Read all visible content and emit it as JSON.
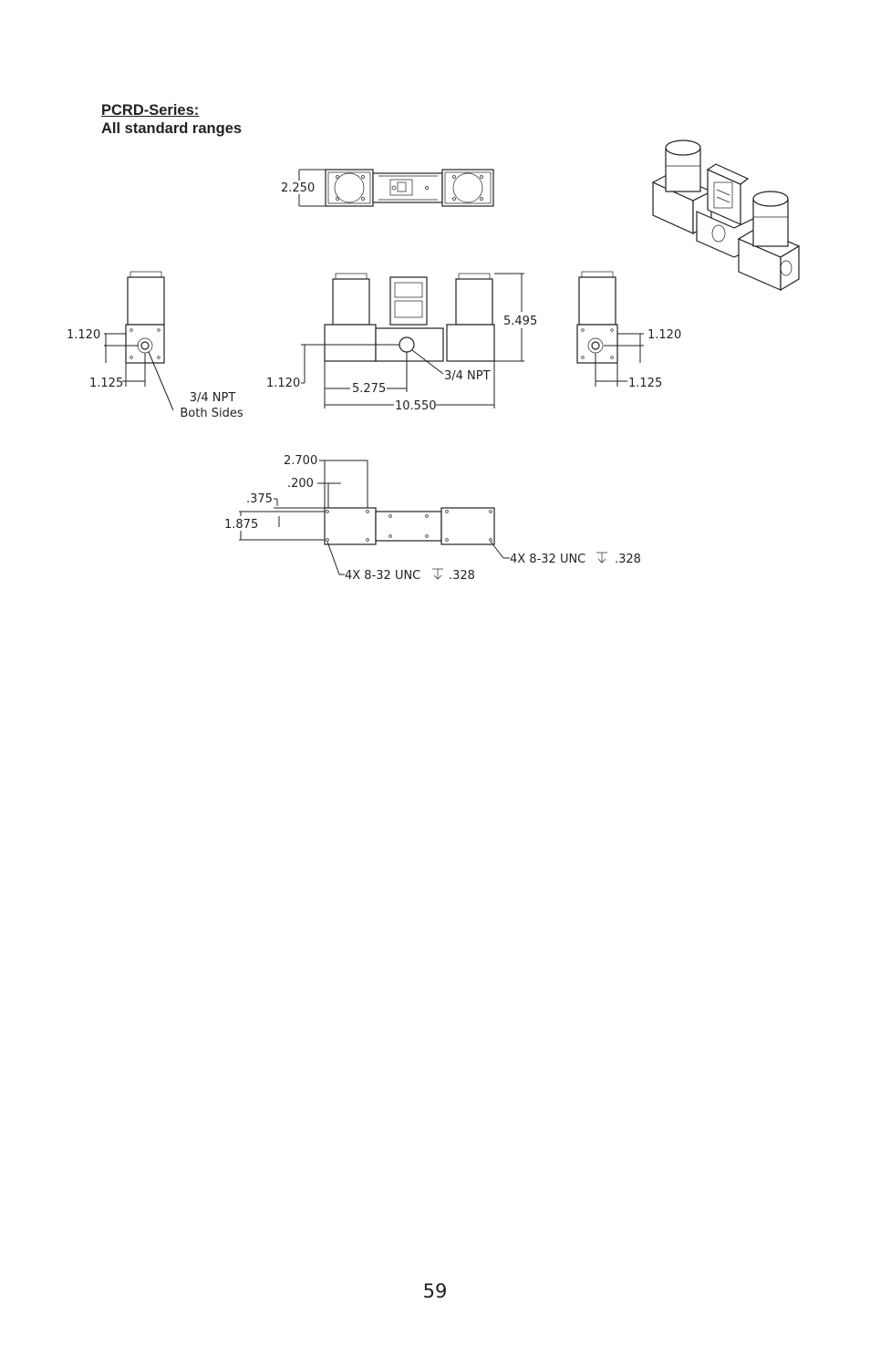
{
  "heading": {
    "series": "PCRD-Series:",
    "ranges": "All standard ranges"
  },
  "dimensions": {
    "top_view_depth": "2.250",
    "front_height": "5.495",
    "left_port_height": "1.120",
    "left_port_offset": "1.125",
    "right_port_height": "1.120",
    "right_port_offset": "1.125",
    "front_port_height": "1.120",
    "port_center": "5.275",
    "overall_length": "10.550",
    "base_hole_spacing": "2.700",
    "base_hole_edge": ".200",
    "base_hole_inset": ".375",
    "base_hole_pitch": "1.875"
  },
  "callouts": {
    "npt_front": "3/4 NPT",
    "npt_side_1": "3/4 NPT",
    "npt_side_2": "Both Sides",
    "thread_left_1": "4X 8-32 UNC",
    "thread_left_2": ".328",
    "thread_right_1": "4X 8-32 UNC",
    "thread_right_2": ".328"
  },
  "page_number": "59"
}
